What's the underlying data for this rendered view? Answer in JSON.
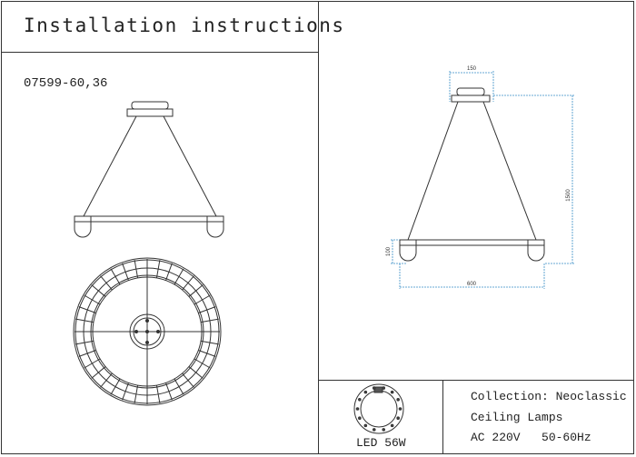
{
  "header": {
    "title": "Installation instructions",
    "model": "07599-60,36"
  },
  "dimensions": {
    "canopy_width": "150",
    "drop_height": "1500",
    "ring_height": "100",
    "ring_diameter": "600"
  },
  "light_source": {
    "label": "LED 56W"
  },
  "specs": {
    "collection": "Collection: Neoclassic",
    "category": "Ceiling Lamps",
    "power": "AC 220V   50-60Hz"
  },
  "colors": {
    "line": "#333333",
    "dimension": "#3a8fc7"
  }
}
